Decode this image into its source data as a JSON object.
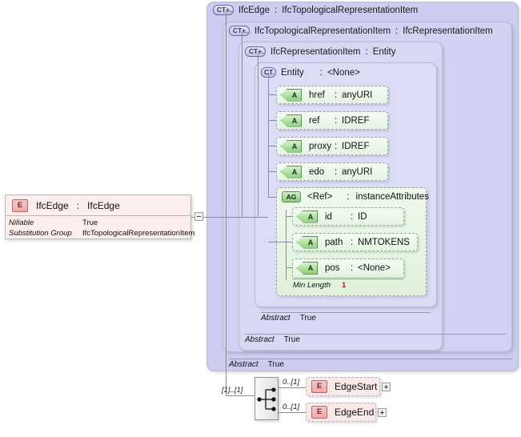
{
  "diagram": {
    "title": "IfcEdge XSD schema diagram",
    "accent_element": "#fdeeee",
    "accent_complextype": "#ccccf0",
    "accent_attribute": "#e4f4e2"
  },
  "root_element": {
    "icon": "element-icon",
    "icon_label": "E",
    "name": "IfcEdge",
    "type_sep": ":",
    "type": "IfcEdge",
    "properties": [
      {
        "key": "Nillable",
        "value": "True"
      },
      {
        "key": "Substitution Group",
        "value": "IfcTopologicalRepresentationItem"
      }
    ],
    "collapse_icon": "minus-icon"
  },
  "complex_types": [
    {
      "icon": "complextype-expand-icon",
      "icon_label": "CT+",
      "name": "IfcEdge",
      "type_sep": ":",
      "type": "IfcTopologicalRepresentationItem",
      "abstract_key": "Abstract",
      "abstract_value": "True"
    },
    {
      "icon": "complextype-expand-icon",
      "icon_label": "CT+",
      "name": "IfcTopologicalRepresentationItem",
      "type_sep": ":",
      "type": "IfcRepresentationItem",
      "abstract_key": "Abstract",
      "abstract_value": "True"
    },
    {
      "icon": "complextype-expand-icon",
      "icon_label": "CT+",
      "name": "IfcRepresentationItem",
      "type_sep": ":",
      "type": "Entity",
      "abstract_key": "Abstract",
      "abstract_value": "True"
    },
    {
      "icon": "complextype-icon",
      "icon_label": "CT",
      "name": "Entity",
      "type_sep": ":",
      "type": "<None>"
    }
  ],
  "attributes": [
    {
      "icon": "attribute-icon",
      "icon_label": "A",
      "name": "href",
      "type_sep": ":",
      "type": "anyURI"
    },
    {
      "icon": "attribute-icon",
      "icon_label": "A",
      "name": "ref",
      "type_sep": ":",
      "type": "IDREF"
    },
    {
      "icon": "attribute-icon",
      "icon_label": "A",
      "name": "proxy",
      "type_sep": ":",
      "type": "IDREF"
    },
    {
      "icon": "attribute-icon",
      "icon_label": "A",
      "name": "edo",
      "type_sep": ":",
      "type": "anyURI"
    }
  ],
  "attribute_group": {
    "icon": "attribute-group-icon",
    "icon_label": "AG",
    "name": "<Ref>",
    "type_sep": ":",
    "type": "instanceAttributes",
    "members": [
      {
        "icon": "attribute-icon",
        "icon_label": "A",
        "name": "id",
        "type_sep": ":",
        "type": "ID"
      },
      {
        "icon": "attribute-icon",
        "icon_label": "A",
        "name": "path",
        "type_sep": ":",
        "type": "NMTOKENS"
      },
      {
        "icon": "attribute-icon",
        "icon_label": "A",
        "name": "pos",
        "type_sep": ":",
        "type": "<None>"
      }
    ],
    "facet": {
      "key": "Min Length",
      "value": "1"
    }
  },
  "content_model": {
    "compositor_icon": "sequence-icon",
    "compositor_cardinality": "[1]..[1]",
    "children": [
      {
        "cardinality": "0..[1]",
        "icon": "element-icon",
        "icon_label": "E",
        "name": "EdgeStart",
        "expand_icon": "plus-icon"
      },
      {
        "cardinality": "0..[1]",
        "icon": "element-icon",
        "icon_label": "E",
        "name": "EdgeEnd",
        "expand_icon": "plus-icon"
      }
    ]
  }
}
